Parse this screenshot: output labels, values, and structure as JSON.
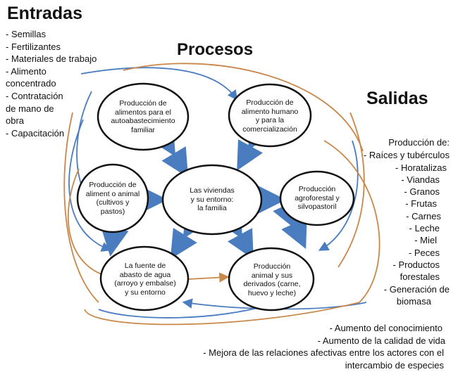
{
  "entradas": {
    "title": "Entradas",
    "items": [
      [
        "- Semillas"
      ],
      [
        "- Fertilizantes"
      ],
      [
        "- Materiales de trabajo"
      ],
      [
        "- Alimento",
        "concentrado"
      ],
      [
        "- Contratación",
        "de mano de",
        "obra"
      ],
      [
        "- Capacitación"
      ]
    ]
  },
  "procesos": {
    "title": "Procesos"
  },
  "salidas": {
    "title": "Salidas",
    "header": "Producción de:",
    "items": [
      "- Raíces y tubérculos",
      "- Horatalizas",
      "- Viandas",
      "- Granos",
      "- Frutas",
      "- Carnes",
      "- Leche",
      "- Miel",
      "- Peces",
      "- Productos",
      "forestales",
      "- Generación de",
      "biomasa"
    ],
    "bottom_items": [
      "- Aumento del conocimiento",
      "- Aumento de la calidad de vida",
      "- Mejora de las relaciones afectivas entre los actores con el",
      "intercambio de especies"
    ]
  },
  "nodes": {
    "autoabastecimiento": [
      "Producción de",
      "alimentos para el",
      "autoabastecimiento",
      "familiar"
    ],
    "comercializacion": [
      "Producción de",
      "alimento humano",
      "y para la",
      "comercialización"
    ],
    "alimento_animal": [
      "Producción de",
      "aliment o animal",
      "(cultivos y",
      "pastos)"
    ],
    "center": [
      "Las viviendas",
      "y su entorno:",
      "la familia"
    ],
    "agroforestal": [
      "Producción",
      "agroforestal y",
      "silvopastoril"
    ],
    "agua": [
      "La fuente de",
      "abasto de agua",
      "(arroyo y embalse)",
      "y su entorno"
    ],
    "animal": [
      "Producción",
      "animal y sus",
      "derivados (carne,",
      "huevo y leche)"
    ]
  },
  "colors": {
    "blue_arrow": "#4a7dc0",
    "orange_line": "#c9874a",
    "node_border": "#111111"
  }
}
